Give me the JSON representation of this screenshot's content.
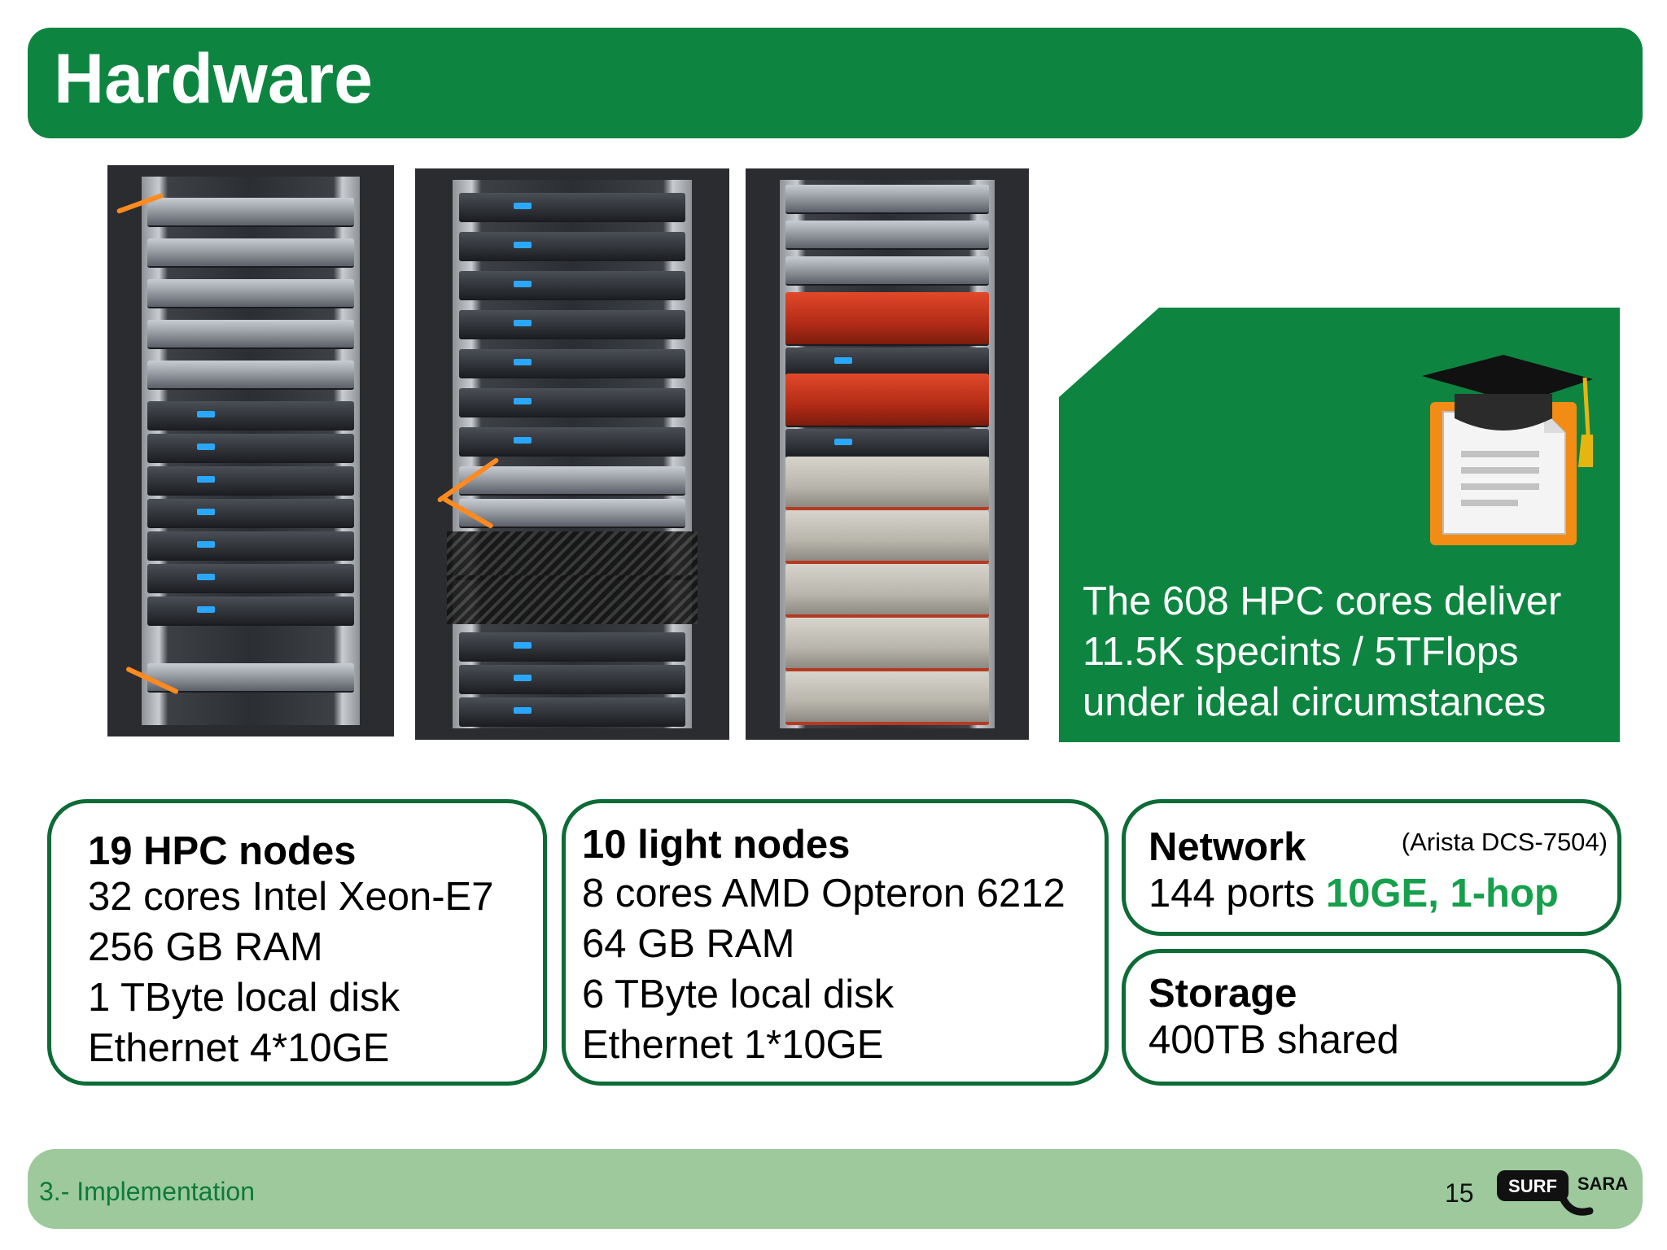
{
  "slide": {
    "title": "Hardware"
  },
  "callout": {
    "lines": [
      "The 608 HPC cores deliver",
      "11.5K specints / 5TFlops",
      "under ideal circumstances"
    ],
    "icon": "document-graduation-cap-icon"
  },
  "boxes": {
    "hpc": {
      "title": "19 HPC nodes",
      "lines": [
        "32 cores Intel Xeon-E7",
        "256 GB RAM",
        "1 TByte local disk",
        "Ethernet 4*10GE"
      ]
    },
    "light": {
      "title": "10 light nodes",
      "lines": [
        "8 cores AMD Opteron 6212",
        "64 GB RAM",
        "6 TByte local disk",
        "Ethernet 1*10GE"
      ]
    },
    "network": {
      "title": "Network",
      "note": "(Arista DCS-7504)",
      "ports_prefix": "144 ports ",
      "ports_highlight": "10GE, 1-hop"
    },
    "storage": {
      "title": "Storage",
      "value": "400TB shared"
    }
  },
  "footer": {
    "section": "3.- Implementation",
    "page": "15",
    "logo": {
      "left": "SURF",
      "right": "SARA"
    }
  },
  "colors": {
    "brand_green": "#0d8540",
    "footer_green": "#9dc99d",
    "highlight_green": "#16a04c"
  }
}
